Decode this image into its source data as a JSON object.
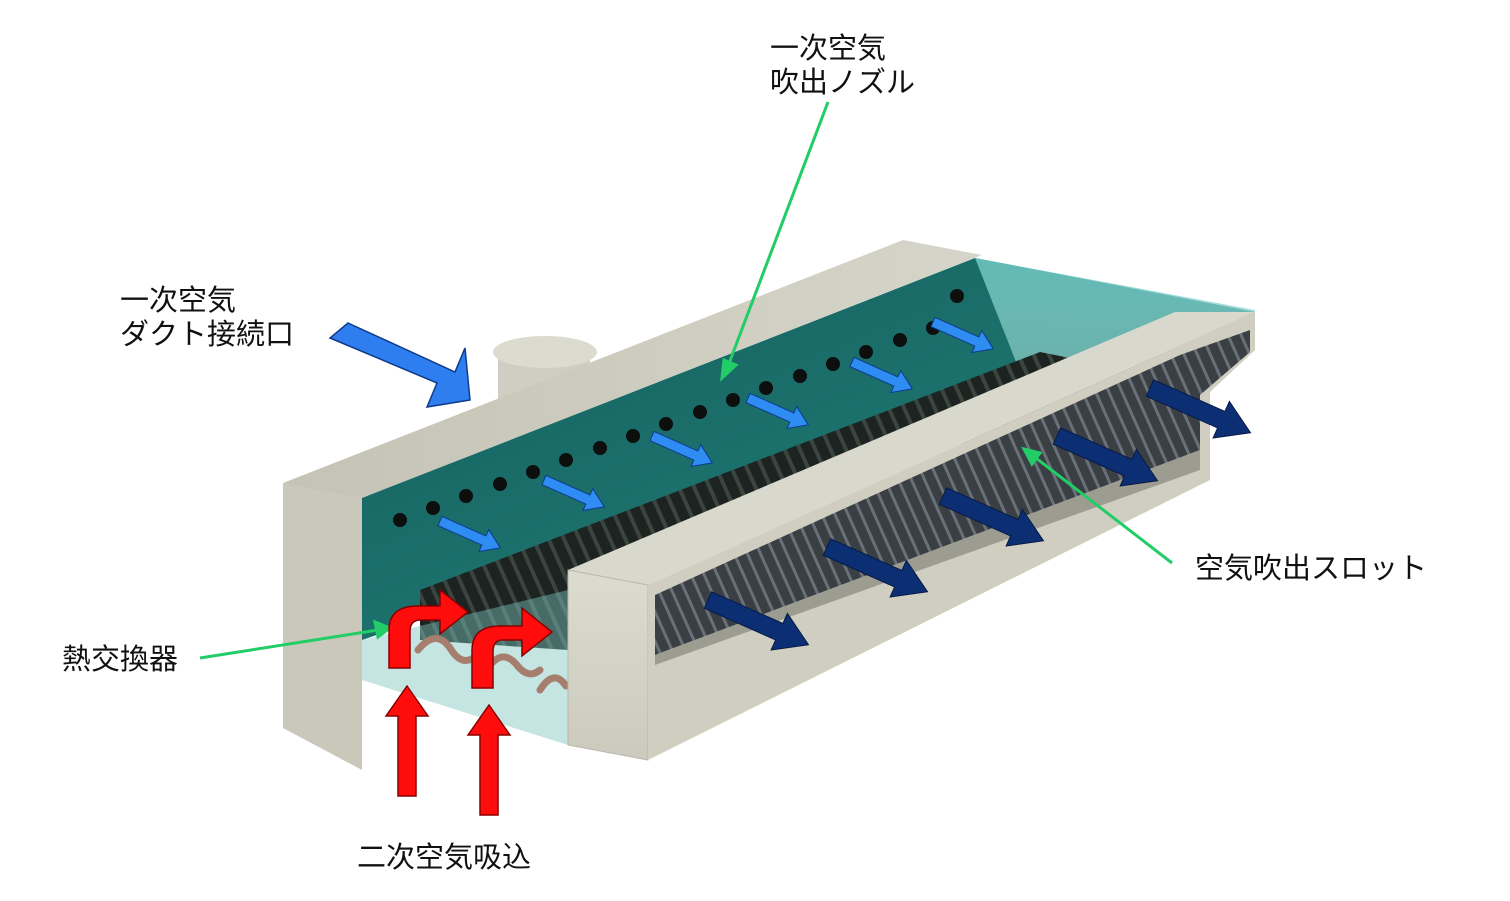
{
  "labels": {
    "primary_nozzle": {
      "line1": "一次空気",
      "line2": "吹出ノズル"
    },
    "primary_duct": {
      "line1": "一次空気",
      "line2": "ダクト接続口"
    },
    "air_slot": "空気吹出スロット",
    "heat_exchanger": "熱交換器",
    "secondary_intake": "二次空気吸込"
  },
  "colors": {
    "housing": "#d1d0c3",
    "housing_edge": "#a9a89a",
    "duct_arrow": "#2f7ef0",
    "nozzle_arrow": "#2f8cf3",
    "slot_arrow": "#0c2f73",
    "secondary_arrow": "#ff0d0d",
    "leader_line": "#22cc66",
    "teal_glass": "#1f7c78",
    "coil": "#c9442d"
  }
}
